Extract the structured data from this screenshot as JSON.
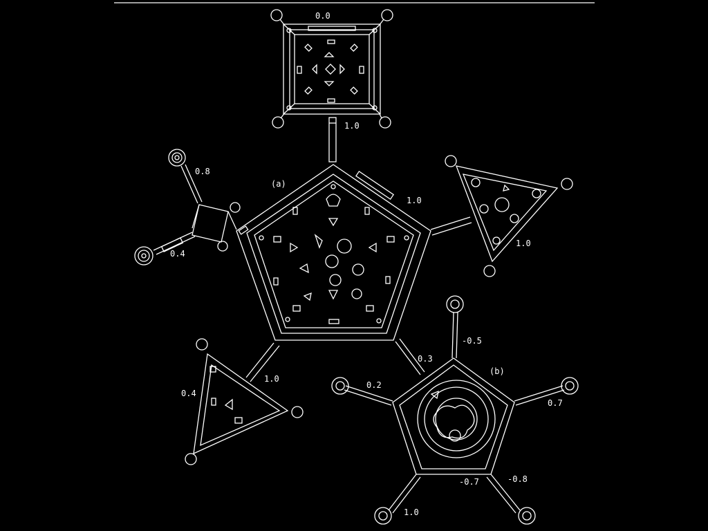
{
  "diagram": {
    "colors": {
      "background": "#000000",
      "stroke": "#ffffff"
    },
    "labels": {
      "top_square": "0.0",
      "top_link": "1.0",
      "center_tag": "(a)",
      "left_link_upper": "0.8",
      "left_link_lower": "0.4",
      "right_link_upper": "1.0",
      "right_triangle": "1.0",
      "lower_left_link": "1.0",
      "lower_left_triangle": "0.4",
      "lower_right_link": "0.3",
      "sub_tag": "(b)",
      "sub_top": "-0.5",
      "sub_left": "0.2",
      "sub_right": "0.7",
      "sub_bottom_inner": "-0.7",
      "sub_bottom_right": "-0.8",
      "sub_bottom_left": "1.0"
    }
  }
}
